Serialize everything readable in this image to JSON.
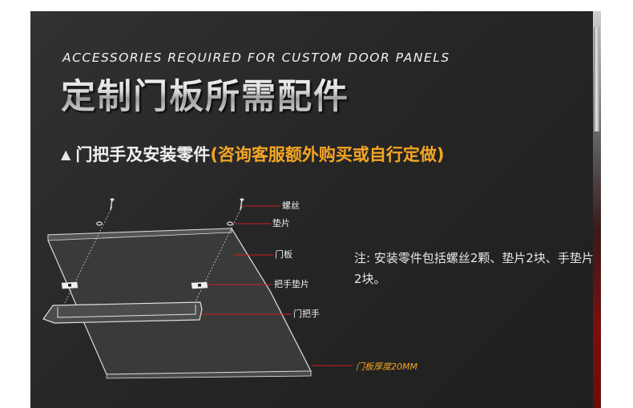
{
  "header": {
    "subtitle_en": "ACCESSORIES REQUIRED FOR CUSTOM DOOR PANELS",
    "title_cn": "定制门板所需配件"
  },
  "section": {
    "marker": "▲",
    "heading_main": "门把手及安装零件",
    "heading_note": "(咨询客服额外购买或自行定做)"
  },
  "diagram": {
    "labels": {
      "screw": "螺丝",
      "washer": "垫片",
      "door_panel": "门板",
      "handle_pad": "把手垫片",
      "handle": "门把手",
      "thickness": "门板厚度20MM"
    }
  },
  "note": {
    "text": "注: 安装零件包括螺丝2颗、垫片2块、手垫片2块。"
  },
  "colors": {
    "panel_bg": "#2a2a2a",
    "accent_orange": "#f5a623",
    "callout_red": "#cc1f1f",
    "text_light": "#f0f0f0"
  }
}
